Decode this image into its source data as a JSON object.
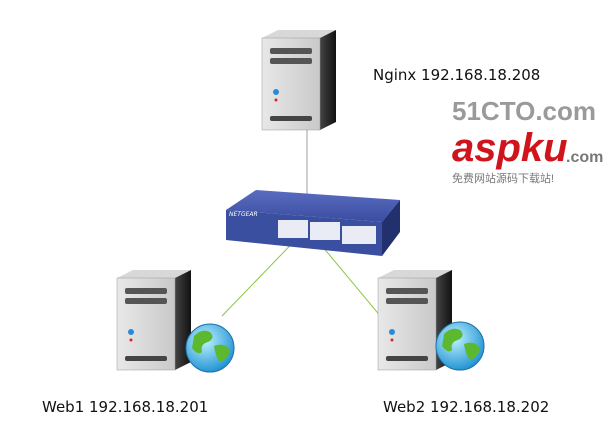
{
  "nodes": {
    "nginx": {
      "label": "Nginx 192.168.18.208"
    },
    "web1": {
      "label": "Web1 192.168.18.201"
    },
    "web2": {
      "label": "Web2 192.168.18.202"
    },
    "switch": {
      "brand": "NETGEAR"
    }
  },
  "watermark": {
    "top": "51CTO.com",
    "main": "aspku",
    "sub": ".com",
    "tagline": "免费网站源码下载站!"
  },
  "colors": {
    "link": "#8cc63f",
    "uplink": "#9aa0a8",
    "switch": "#3a4fa0"
  }
}
